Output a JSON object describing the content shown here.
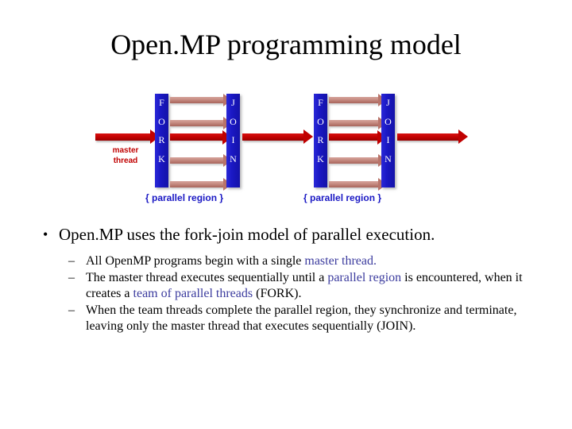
{
  "slide": {
    "title": "Open.MP programming model"
  },
  "diagram": {
    "name": "fork-join-model-diagram",
    "colors": {
      "bar_blue": "#1a18c4",
      "master_red": "#c00000",
      "thread_salmon": "#c58a80",
      "region_label_blue": "#1a18c4"
    },
    "master_thread_label": "master\nthread",
    "master_thread_label_line1": "master",
    "master_thread_label_line2": "thread",
    "fork_letters": [
      "F",
      "O",
      "R",
      "K"
    ],
    "join_letters": [
      "J",
      "O",
      "I",
      "N"
    ],
    "region_label": "{ parallel region }",
    "groups": [
      {
        "fork_label": "FORK",
        "join_label": "JOIN",
        "region_label": "{ parallel region }",
        "thread_count": 5,
        "master_thread_row": 3
      },
      {
        "fork_label": "FORK",
        "join_label": "JOIN",
        "region_label": "{ parallel region }",
        "thread_count": 5,
        "master_thread_row": 3
      }
    ]
  },
  "body": {
    "bullet_marker_l1": "•",
    "bullet_marker_l2": "–",
    "bullets": [
      {
        "text": "Open.MP uses the fork-join model of parallel execution.",
        "sub": [
          {
            "id": "sub-bullet-1",
            "parts": [
              {
                "text": "All OpenMP programs begin with a single ",
                "highlight": false
              },
              {
                "text": "master thread.",
                "highlight": true
              }
            ]
          },
          {
            "id": "sub-bullet-2",
            "parts": [
              {
                "text": "The master thread executes sequentially until a ",
                "highlight": false
              },
              {
                "text": "parallel region",
                "highlight": true
              },
              {
                "text": " is encountered, when it creates a ",
                "highlight": false
              },
              {
                "text": "team of parallel threads",
                "highlight": true
              },
              {
                "text": " (FORK).",
                "highlight": false
              }
            ]
          },
          {
            "id": "sub-bullet-3",
            "parts": [
              {
                "text": "When the team threads complete the parallel region, they synchronize and terminate, leaving only the master thread that executes sequentially (JOIN).",
                "highlight": false
              }
            ]
          }
        ]
      }
    ]
  }
}
